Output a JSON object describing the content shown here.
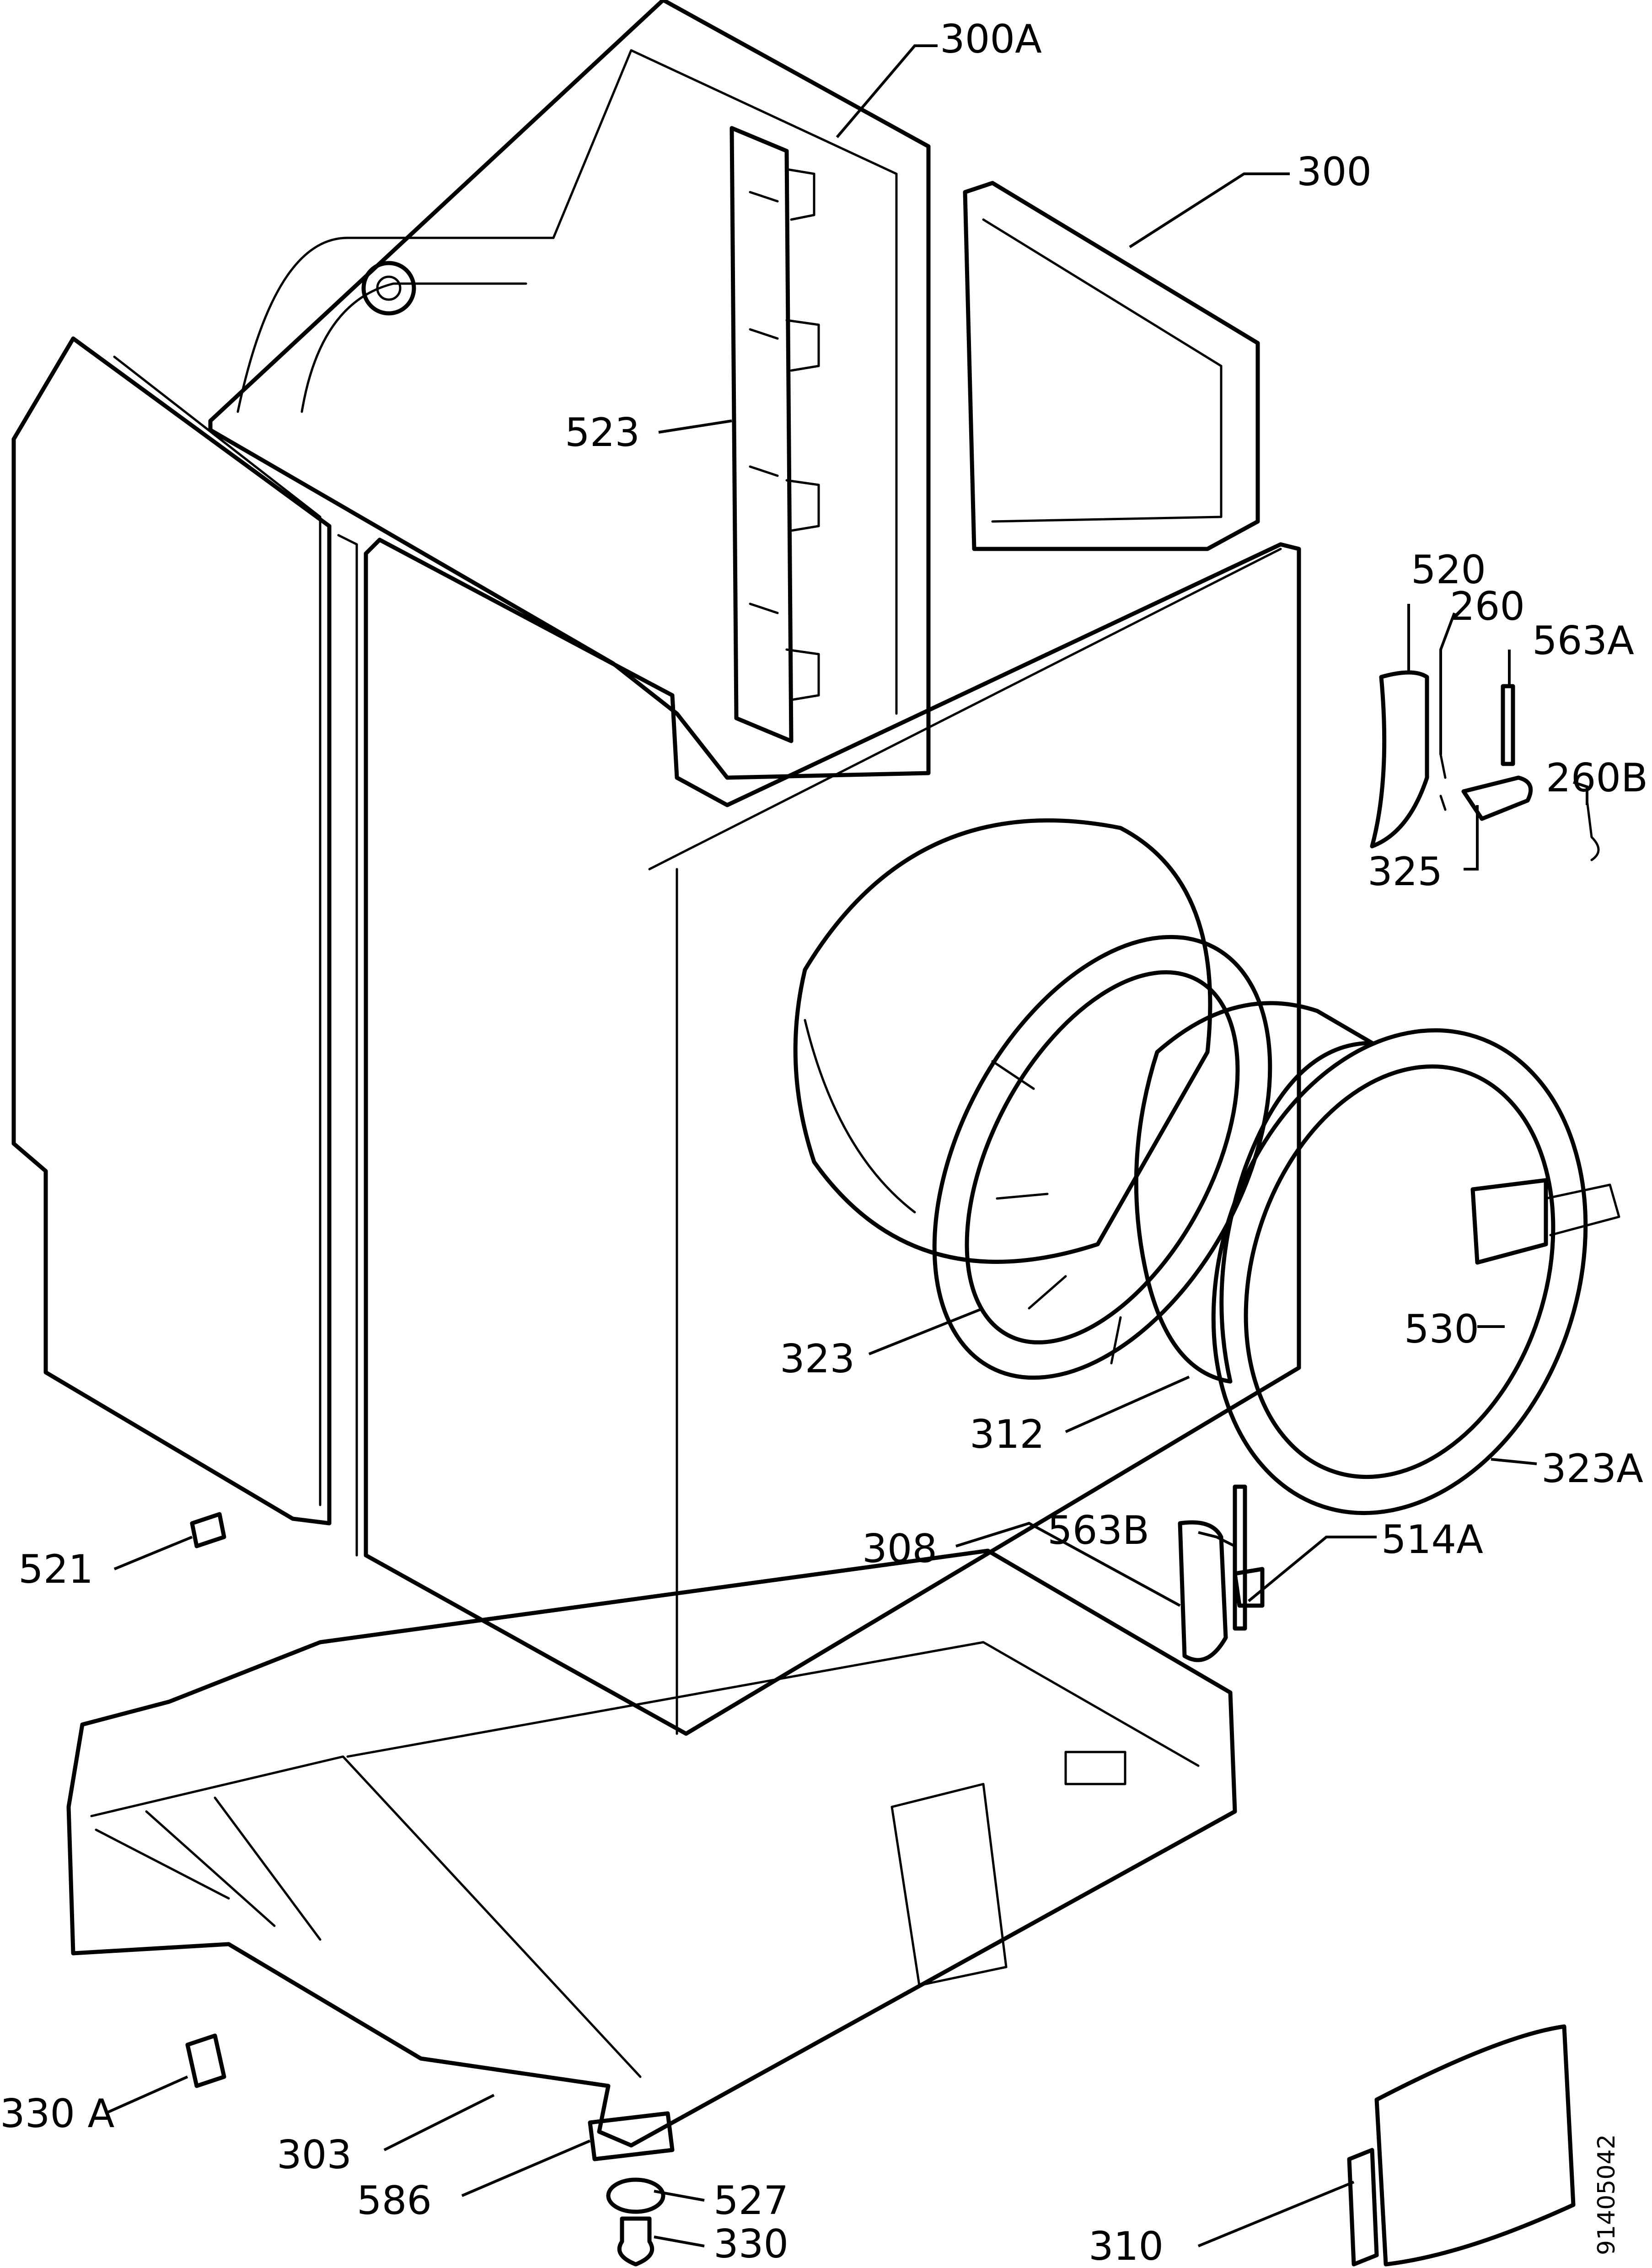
{
  "labels": {
    "l300A": "300A",
    "l300": "300",
    "l523": "523",
    "l520": "520",
    "l260": "260",
    "l563A": "563A",
    "l260B": "260B",
    "l325": "325",
    "l530": "530",
    "l323": "323",
    "l312": "312",
    "l323A": "323A",
    "l563B": "563B",
    "l308": "308",
    "l514A": "514A",
    "l521": "521",
    "l330A": "330 A",
    "l303": "303",
    "l586": "586",
    "l527": "527",
    "l330": "330",
    "l310": "310"
  },
  "drawing_code": "91405042"
}
